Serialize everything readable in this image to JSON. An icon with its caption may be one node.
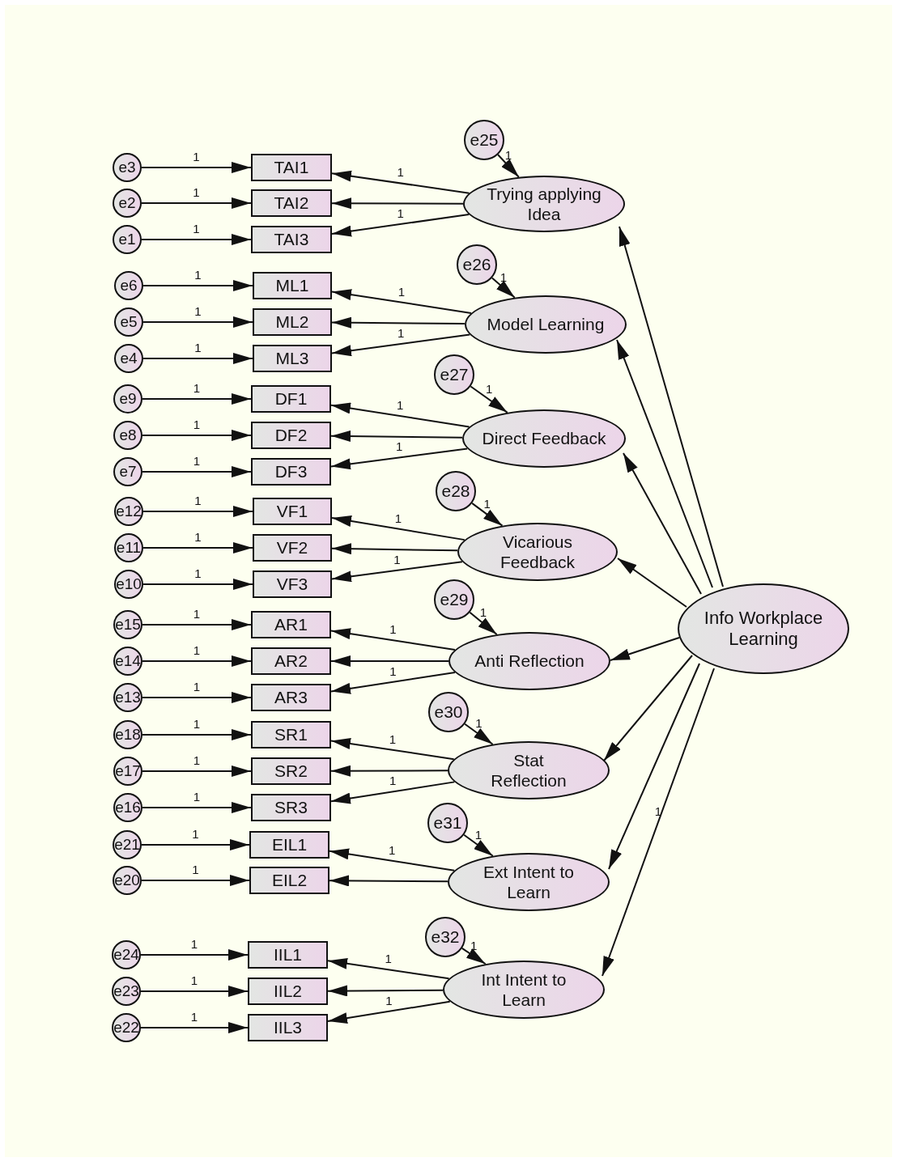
{
  "diagram": {
    "nodes": [
      {
        "text": [
          "e3"
        ]
      },
      {
        "text": [
          "e2"
        ]
      },
      {
        "text": [
          "e1"
        ]
      },
      {
        "text": [
          "TAI1"
        ]
      },
      {
        "text": [
          "TAI2"
        ]
      },
      {
        "text": [
          "TAI3"
        ]
      },
      {
        "text": [
          "e25"
        ]
      },
      {
        "text": [
          "Trying applying Idea"
        ]
      },
      {
        "text": [
          "e6"
        ]
      },
      {
        "text": [
          "e5"
        ]
      },
      {
        "text": [
          "e4"
        ]
      },
      {
        "text": [
          "ML1"
        ]
      },
      {
        "text": [
          "ML2"
        ]
      },
      {
        "text": [
          "ML3"
        ]
      },
      {
        "text": [
          "e26"
        ]
      },
      {
        "text": [
          "Model Learning"
        ]
      },
      {
        "text": [
          "e9"
        ]
      },
      {
        "text": [
          "e8"
        ]
      },
      {
        "text": [
          "e7"
        ]
      },
      {
        "text": [
          "DF1"
        ]
      },
      {
        "text": [
          "DF2"
        ]
      },
      {
        "text": [
          "DF3"
        ]
      },
      {
        "text": [
          "e27"
        ]
      },
      {
        "text": [
          "Direct Feedback"
        ]
      },
      {
        "text": [
          "e12"
        ]
      },
      {
        "text": [
          "e11"
        ]
      },
      {
        "text": [
          "e10"
        ]
      },
      {
        "text": [
          "VF1"
        ]
      },
      {
        "text": [
          "VF2"
        ]
      },
      {
        "text": [
          "VF3"
        ]
      },
      {
        "text": [
          "e28"
        ]
      },
      {
        "text": [
          "Vicarious Feedback"
        ]
      },
      {
        "text": [
          "e15"
        ]
      },
      {
        "text": [
          "e14"
        ]
      },
      {
        "text": [
          "e13"
        ]
      },
      {
        "text": [
          "AR1"
        ]
      },
      {
        "text": [
          "AR2"
        ]
      },
      {
        "text": [
          "AR3"
        ]
      },
      {
        "text": [
          "e29"
        ]
      },
      {
        "text": [
          "Anti Reflection"
        ]
      },
      {
        "text": [
          "e18"
        ]
      },
      {
        "text": [
          "e17"
        ]
      },
      {
        "text": [
          "e16"
        ]
      },
      {
        "text": [
          "SR1"
        ]
      },
      {
        "text": [
          "SR2"
        ]
      },
      {
        "text": [
          "SR3"
        ]
      },
      {
        "text": [
          "e30"
        ]
      },
      {
        "text": [
          "Stat Reflection"
        ]
      },
      {
        "text": [
          "e21"
        ]
      },
      {
        "text": [
          "e20"
        ]
      },
      {
        "text": [
          "EIL1"
        ]
      },
      {
        "text": [
          "EIL2"
        ]
      },
      {
        "text": [
          "e31"
        ]
      },
      {
        "text": [
          "Ext Intent to Learn"
        ]
      },
      {
        "text": [
          "e24"
        ]
      },
      {
        "text": [
          "e23"
        ]
      },
      {
        "text": [
          "e22"
        ]
      },
      {
        "text": [
          "IIL1"
        ]
      },
      {
        "text": [
          "IIL2"
        ]
      },
      {
        "text": [
          "IIL3"
        ]
      },
      {
        "text": [
          "e32"
        ]
      },
      {
        "text": [
          "Int Intent to Learn"
        ]
      },
      {
        "text": [
          "Info Workplace Learning"
        ]
      }
    ],
    "edges": [
      {
        "from": 0,
        "to": 3,
        "arrow": "to",
        "label": "1"
      },
      {
        "from": 1,
        "to": 4,
        "arrow": "to",
        "label": "1"
      },
      {
        "from": 2,
        "to": 5,
        "arrow": "to",
        "label": "1"
      },
      {
        "from": 7,
        "to": 3,
        "arrow": "to",
        "label": "1"
      },
      {
        "from": 7,
        "to": 4,
        "arrow": "to"
      },
      {
        "from": 7,
        "to": 5,
        "arrow": "to",
        "label": "1"
      },
      {
        "from": 6,
        "to": 7,
        "arrow": "to",
        "label": "1"
      },
      {
        "from": 8,
        "to": 11,
        "arrow": "to",
        "label": "1"
      },
      {
        "from": 9,
        "to": 12,
        "arrow": "to",
        "label": "1"
      },
      {
        "from": 10,
        "to": 13,
        "arrow": "to",
        "label": "1"
      },
      {
        "from": 15,
        "to": 11,
        "arrow": "to",
        "label": "1"
      },
      {
        "from": 15,
        "to": 12,
        "arrow": "to"
      },
      {
        "from": 15,
        "to": 13,
        "arrow": "to",
        "label": "1"
      },
      {
        "from": 14,
        "to": 15,
        "arrow": "to",
        "label": "1"
      },
      {
        "from": 16,
        "to": 19,
        "arrow": "to",
        "label": "1"
      },
      {
        "from": 17,
        "to": 20,
        "arrow": "to",
        "label": "1"
      },
      {
        "from": 18,
        "to": 21,
        "arrow": "to",
        "label": "1"
      },
      {
        "from": 23,
        "to": 19,
        "arrow": "to",
        "label": "1"
      },
      {
        "from": 23,
        "to": 20,
        "arrow": "to"
      },
      {
        "from": 23,
        "to": 21,
        "arrow": "to",
        "label": "1"
      },
      {
        "from": 22,
        "to": 23,
        "arrow": "to",
        "label": "1"
      },
      {
        "from": 24,
        "to": 27,
        "arrow": "to",
        "label": "1"
      },
      {
        "from": 25,
        "to": 28,
        "arrow": "to",
        "label": "1"
      },
      {
        "from": 26,
        "to": 29,
        "arrow": "to",
        "label": "1"
      },
      {
        "from": 31,
        "to": 27,
        "arrow": "to",
        "label": "1"
      },
      {
        "from": 31,
        "to": 28,
        "arrow": "to"
      },
      {
        "from": 31,
        "to": 29,
        "arrow": "to",
        "label": "1"
      },
      {
        "from": 30,
        "to": 31,
        "arrow": "to",
        "label": "1"
      },
      {
        "from": 32,
        "to": 35,
        "arrow": "to",
        "label": "1"
      },
      {
        "from": 33,
        "to": 36,
        "arrow": "to",
        "label": "1"
      },
      {
        "from": 34,
        "to": 37,
        "arrow": "to",
        "label": "1"
      },
      {
        "from": 39,
        "to": 35,
        "arrow": "to",
        "label": "1"
      },
      {
        "from": 39,
        "to": 36,
        "arrow": "to"
      },
      {
        "from": 39,
        "to": 37,
        "arrow": "to",
        "label": "1"
      },
      {
        "from": 38,
        "to": 39,
        "arrow": "to",
        "label": "1"
      },
      {
        "from": 40,
        "to": 43,
        "arrow": "to",
        "label": "1"
      },
      {
        "from": 41,
        "to": 44,
        "arrow": "to",
        "label": "1"
      },
      {
        "from": 42,
        "to": 45,
        "arrow": "to",
        "label": "1"
      },
      {
        "from": 47,
        "to": 43,
        "arrow": "to",
        "label": "1"
      },
      {
        "from": 47,
        "to": 44,
        "arrow": "to"
      },
      {
        "from": 47,
        "to": 45,
        "arrow": "to",
        "label": "1"
      },
      {
        "from": 46,
        "to": 47,
        "arrow": "to",
        "label": "1"
      },
      {
        "from": 48,
        "to": 50,
        "arrow": "to",
        "label": "1"
      },
      {
        "from": 49,
        "to": 51,
        "arrow": "to",
        "label": "1"
      },
      {
        "from": 53,
        "to": 50,
        "arrow": "to",
        "label": "1"
      },
      {
        "from": 53,
        "to": 51,
        "arrow": "to"
      },
      {
        "from": 52,
        "to": 53,
        "arrow": "to",
        "label": "1"
      },
      {
        "from": 54,
        "to": 57,
        "arrow": "to",
        "label": "1"
      },
      {
        "from": 55,
        "to": 58,
        "arrow": "to",
        "label": "1"
      },
      {
        "from": 56,
        "to": 59,
        "arrow": "to",
        "label": "1"
      },
      {
        "from": 61,
        "to": 57,
        "arrow": "to",
        "label": "1"
      },
      {
        "from": 61,
        "to": 58,
        "arrow": "to"
      },
      {
        "from": 61,
        "to": 59,
        "arrow": "to",
        "label": "1"
      },
      {
        "from": 60,
        "to": 61,
        "arrow": "to",
        "label": "1"
      },
      {
        "from": 62,
        "to": 7,
        "arrow": "to"
      },
      {
        "from": 62,
        "to": 15,
        "arrow": "to"
      },
      {
        "from": 62,
        "to": 23,
        "arrow": "to"
      },
      {
        "from": 62,
        "to": 31,
        "arrow": "to"
      },
      {
        "from": 62,
        "to": 39,
        "arrow": "to"
      },
      {
        "from": 62,
        "to": 47,
        "arrow": "to"
      },
      {
        "from": 62,
        "to": 53,
        "arrow": "to"
      },
      {
        "from": 62,
        "to": 61,
        "arrow": "to",
        "label": "1"
      }
    ]
  }
}
